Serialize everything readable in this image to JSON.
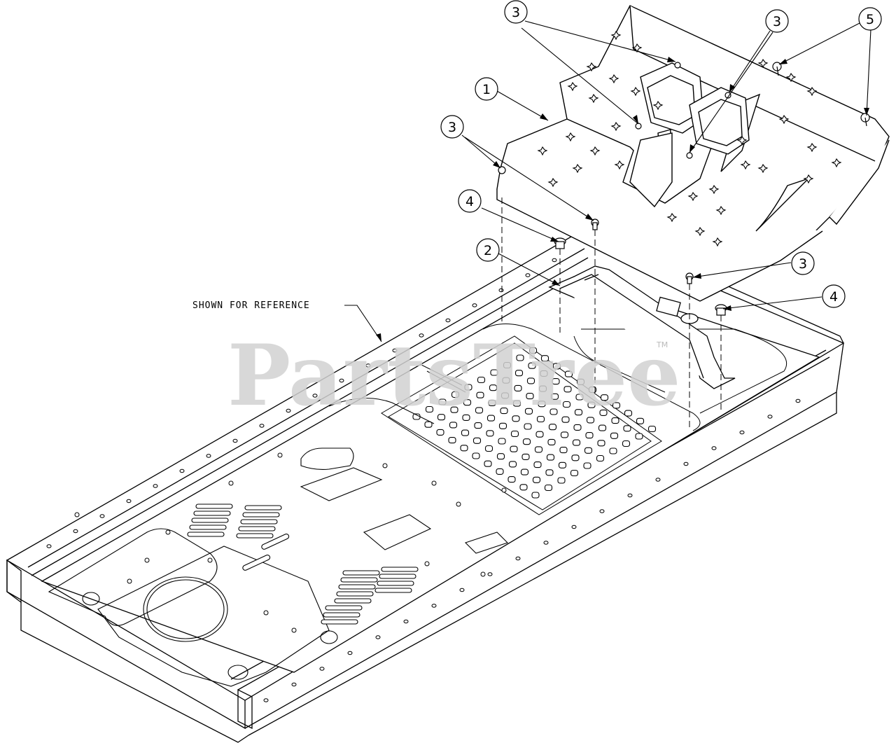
{
  "diagram": {
    "reference_note": "SHOWN FOR REFERENCE",
    "watermark": "PartsTree",
    "watermark_tm": "TM",
    "callouts": [
      {
        "id": "c1",
        "label": "1"
      },
      {
        "id": "c2",
        "label": "2"
      },
      {
        "id": "c3a",
        "label": "3"
      },
      {
        "id": "c3b",
        "label": "3"
      },
      {
        "id": "c3c",
        "label": "3"
      },
      {
        "id": "c3d",
        "label": "3"
      },
      {
        "id": "c4a",
        "label": "4"
      },
      {
        "id": "c4b",
        "label": "4"
      },
      {
        "id": "c5",
        "label": "5"
      }
    ]
  },
  "colors": {
    "line": "#000000",
    "background": "#ffffff",
    "watermark": "#d2d2d2"
  }
}
